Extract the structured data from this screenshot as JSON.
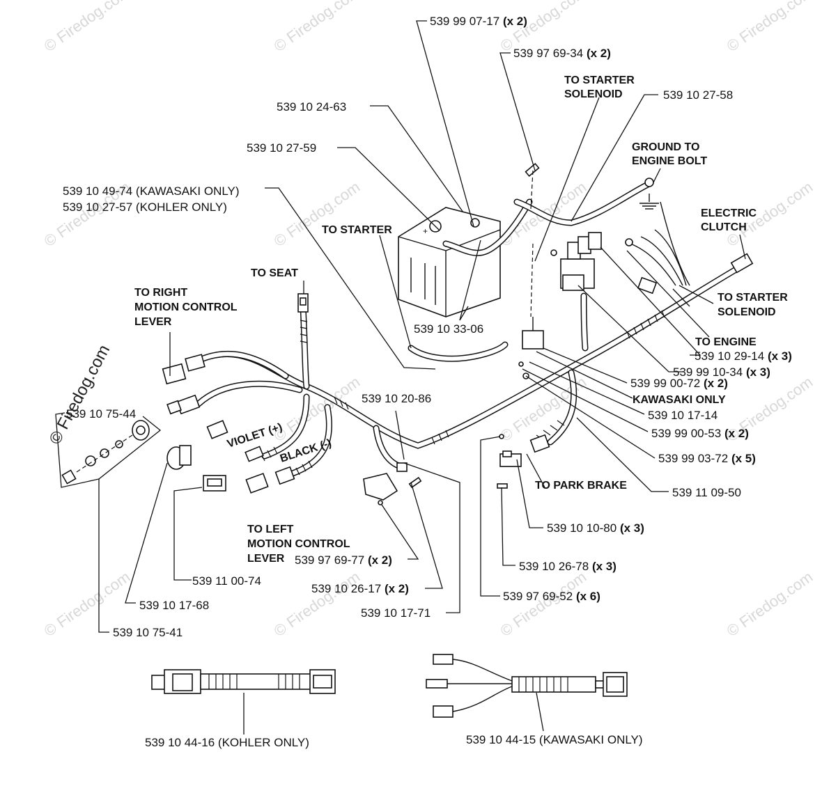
{
  "watermark_text": "© Firedog.com",
  "side_watermark": "© Firedog.com",
  "labels": {
    "p_539990717": "539 99 07-17",
    "p_539976934": "539 97 69-34",
    "p_539102463": "539 10 24-63",
    "p_539102759": "539 10 27-59",
    "p_539104974": "539 10 49-74 (KAWASAKI ONLY)",
    "p_539102757": "539 10 27-57 (KOHLER ONLY)",
    "p_539102758": "539 10 27-58",
    "p_539103306": "539 10 33-06",
    "p_539107544": "539 10 75-44",
    "p_539102086": "539 10 20-86",
    "p_539102914": "539 10 29-14",
    "p_539991034": "539 99 10-34",
    "p_539990072": "539 99 00-72",
    "p_539101714": "539 10 17-14",
    "p_539990053": "539 99 00-53",
    "p_539990372": "539 99 03-72",
    "p_539110950": "539 11 09-50",
    "p_539101080": "539 10 10-80",
    "p_539102678": "539 10 26-78",
    "p_539976952": "539 97 69-52",
    "p_539976977": "539 97 69-77",
    "p_539102617": "539 10 26-17",
    "p_539101771": "539 10 17-71",
    "p_539110074": "539 11 00-74",
    "p_539101768": "539 10 17-68",
    "p_539107541": "539 10 75-41",
    "p_539104416": "539 10 44-16 (KOHLER ONLY)",
    "p_539104415": "539 10 44-15 (KAWASAKI ONLY)"
  },
  "quantities": {
    "x2": "(x 2)",
    "x3": "(x 3)",
    "x5": "(x 5)",
    "x6": "(x 6)"
  },
  "callouts": {
    "to_starter_solenoid_top_1": "TO STARTER",
    "to_starter_solenoid_top_2": "SOLENOID",
    "ground_1": "GROUND TO",
    "ground_2": "ENGINE BOLT",
    "electric_clutch_1": "ELECTRIC",
    "electric_clutch_2": "CLUTCH",
    "to_starter": "TO STARTER",
    "to_seat": "TO SEAT",
    "to_right_1": "TO RIGHT",
    "to_right_2": "MOTION CONTROL",
    "to_right_3": "LEVER",
    "to_starter_solenoid_right_1": "TO STARTER",
    "to_starter_solenoid_right_2": "SOLENOID",
    "to_engine": "TO ENGINE",
    "kawasaki_only": "KAWASAKI ONLY",
    "violet": "VIOLET (+)",
    "black": "BLACK (-)",
    "to_park_brake": "TO PARK BRAKE",
    "to_left_1": "TO LEFT",
    "to_left_2": "MOTION CONTROL",
    "to_left_3": "LEVER"
  }
}
